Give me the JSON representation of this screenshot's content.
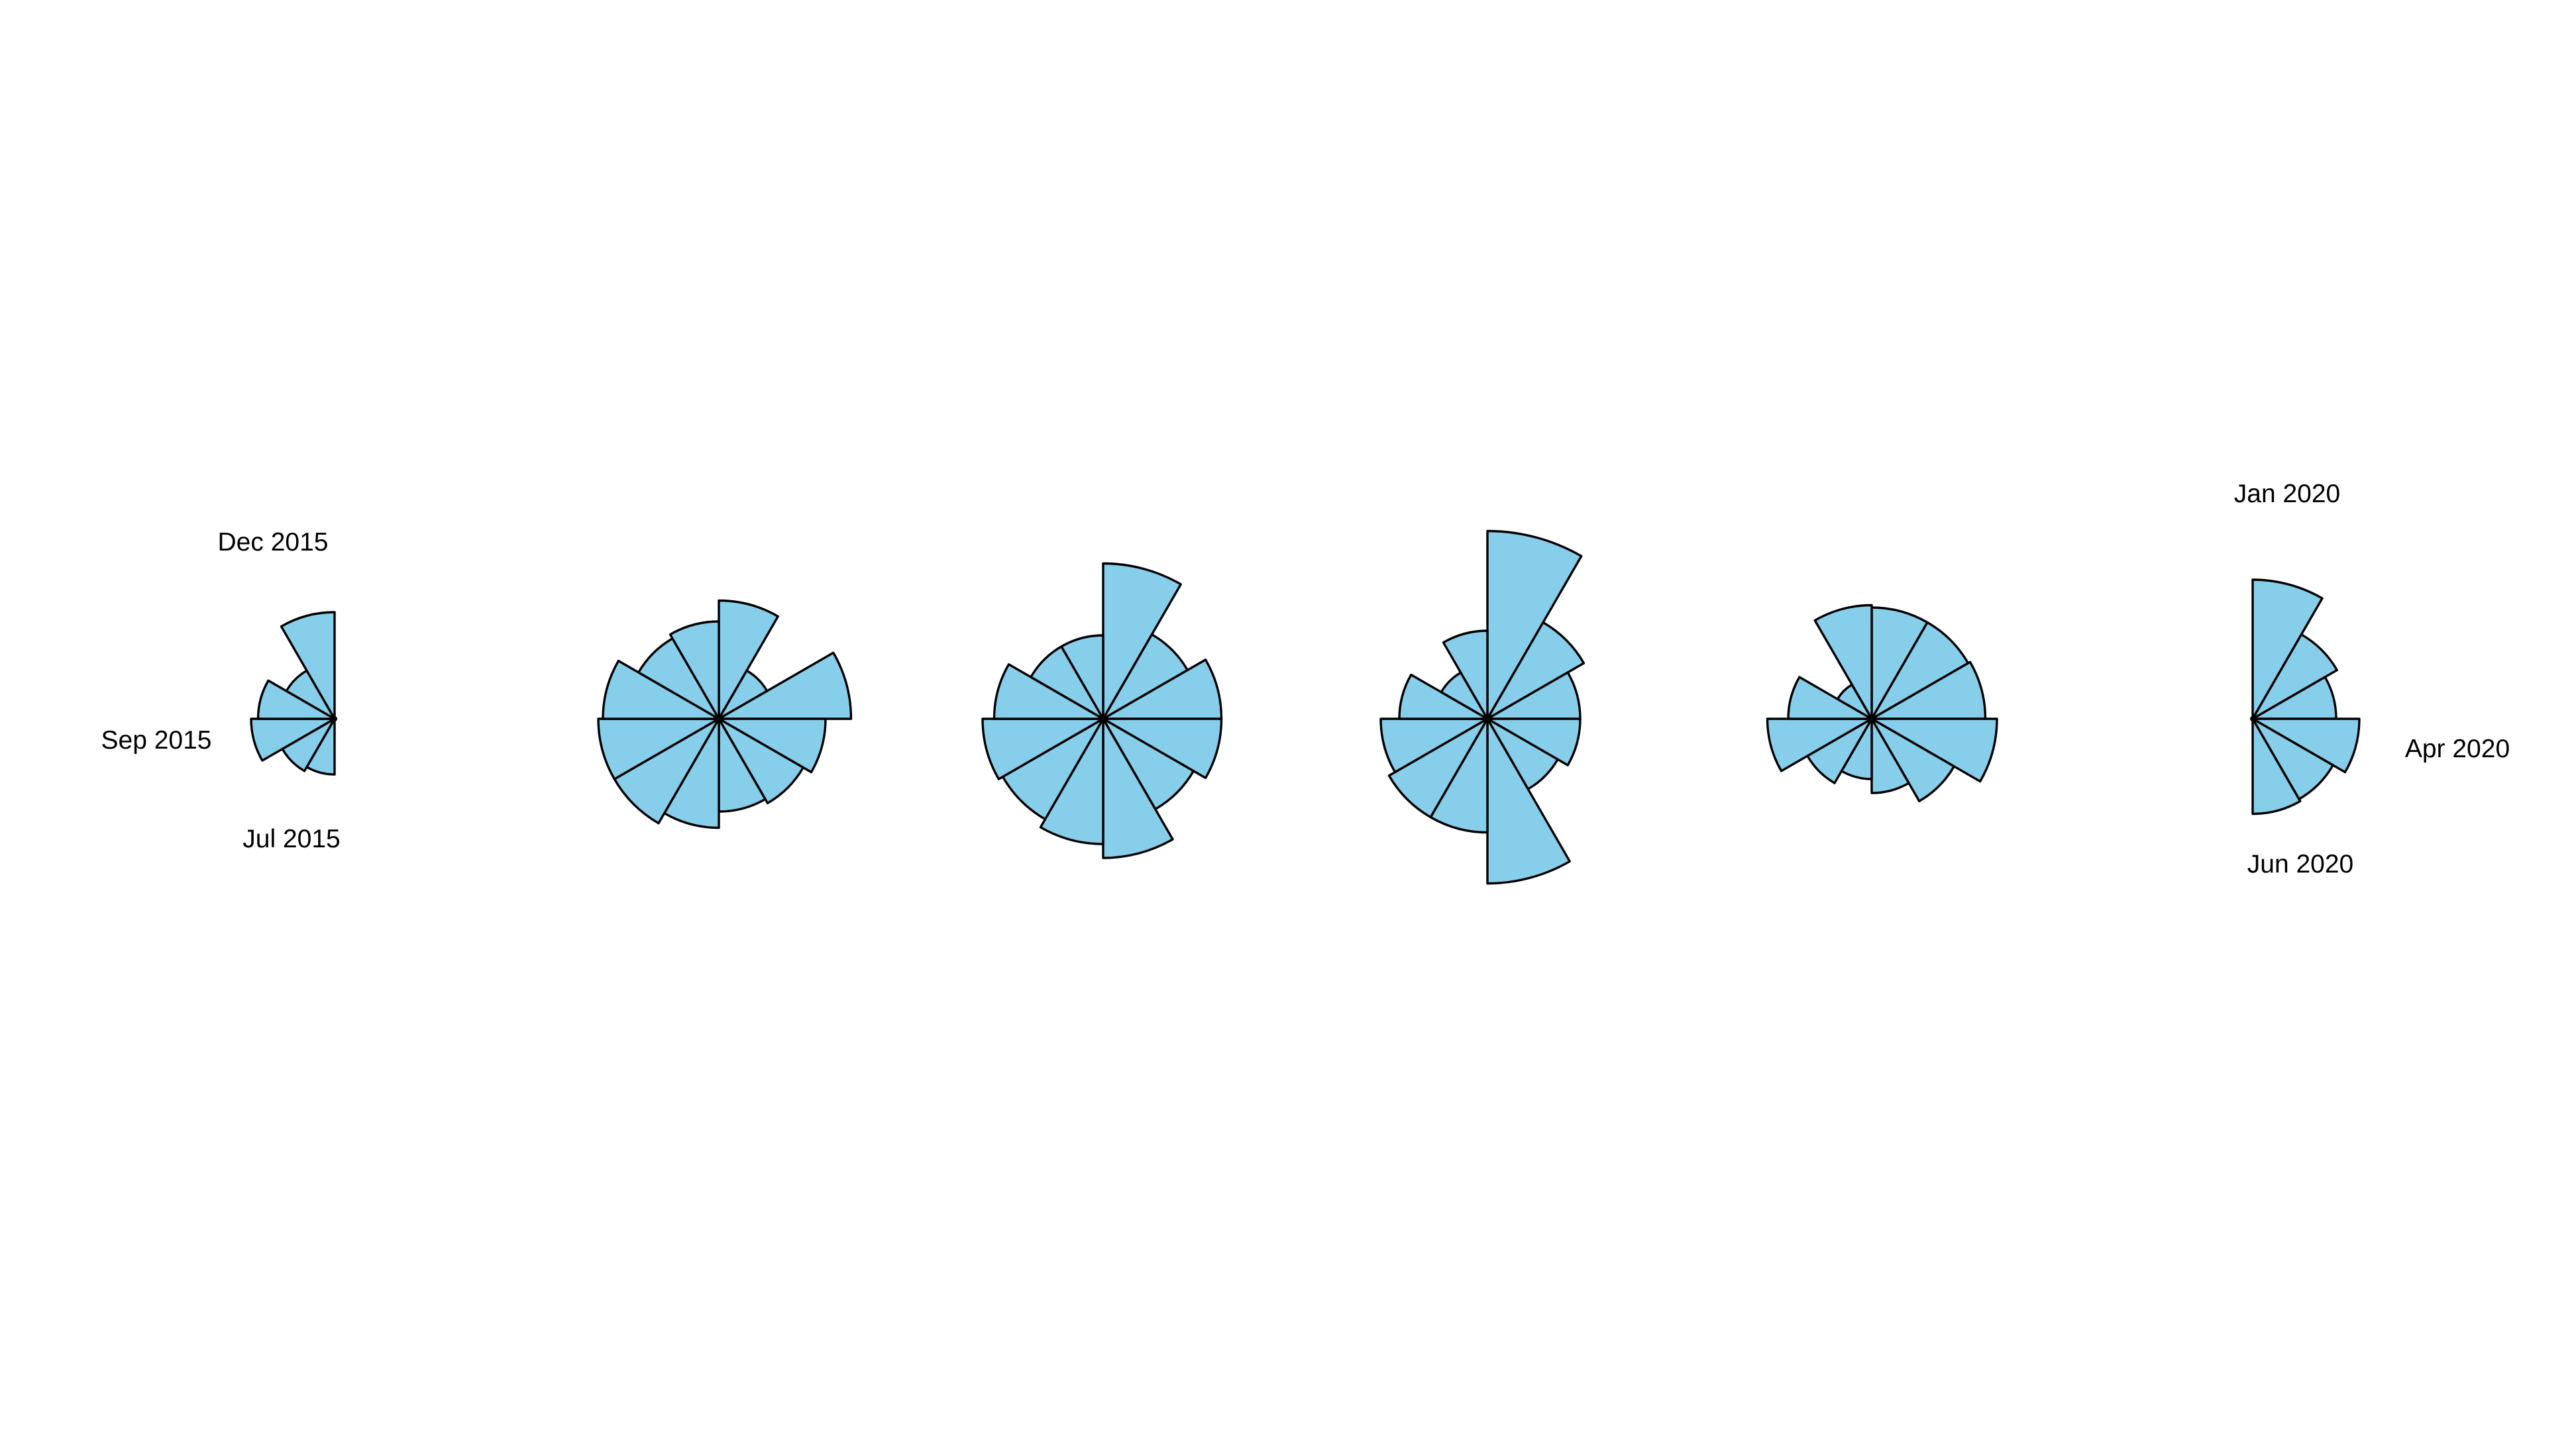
{
  "chart_data": {
    "type": "polar-bar",
    "description_of_layout": "",
    "fill_color": "#87ceeb",
    "stroke_color": "#000000",
    "background_color": "#ffffff",
    "start_month": "Jul 2015",
    "end_month": "Jun 2020",
    "label_text": {
      "dec_2015": "Dec 2015",
      "sep_2015": "Sep 2015",
      "jul_2015": "Jul 2015",
      "jan_2020": "Jan 2020",
      "apr_2020": "Apr 2020",
      "jun_2020": "Jun 2020"
    },
    "years": [
      {
        "year": 2015,
        "values": [
          null,
          null,
          null,
          null,
          null,
          null,
          120,
          130,
          180,
          165,
          120,
          230
        ]
      },
      {
        "year": 2016,
        "values": [
          255,
          120,
          285,
          230,
          210,
          200,
          235,
          260,
          260,
          250,
          200,
          210
        ]
      },
      {
        "year": 2017,
        "values": [
          335,
          210,
          255,
          255,
          225,
          300,
          270,
          250,
          260,
          235,
          180,
          180
        ]
      },
      {
        "year": 2018,
        "values": [
          405,
          240,
          200,
          200,
          175,
          355,
          245,
          245,
          230,
          190,
          115,
          190
        ]
      },
      {
        "year": 2019,
        "values": [
          240,
          240,
          245,
          270,
          205,
          160,
          130,
          160,
          225,
          180,
          85,
          245
        ]
      },
      {
        "year": 2020,
        "values": [
          300,
          210,
          180,
          230,
          200,
          205,
          null,
          null,
          null,
          null,
          null,
          null
        ]
      }
    ]
  }
}
